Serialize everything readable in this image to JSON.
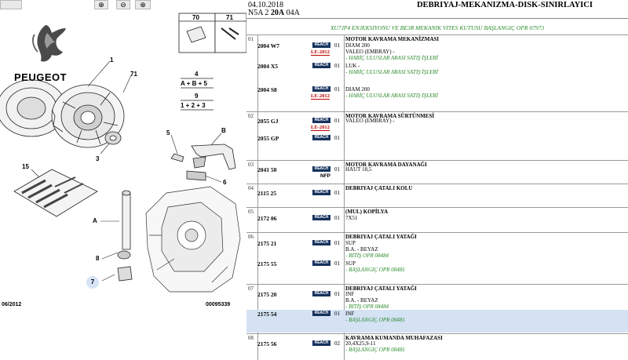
{
  "diagram": {
    "toolbar": {
      "zoom_in": "⊕",
      "zoom_out": "⊖",
      "zoom_fit": "⊕"
    },
    "brand": "PEUGEOT",
    "label_1": "1",
    "label_71": "71",
    "label_3": "3",
    "label_4": "4",
    "eq_4": "A + B + 5",
    "label_9": "9",
    "eq_9": "1 + 2 + 3",
    "label_5": "5",
    "label_B": "B",
    "label_6": "6",
    "label_15": "15",
    "label_A": "A",
    "label_8": "8",
    "label_7": "7",
    "inset_70": "70",
    "inset_71": "71",
    "footer_date": "06/2012",
    "footer_ref": "00095339"
  },
  "header": {
    "date": "04.10.2018",
    "model_prefix": "N5A 2 ",
    "model_bold": "20A",
    "model_suffix": " 04A",
    "title": "DEBRIYAJ-MEKANIZMA-DISK-SINIRLAYICI",
    "notice": "XU7JP4 ENJEKSIYONU VE BE3R MEKANIK VITES KUTUSU BAŞLANGIÇ OPR 07973"
  },
  "groups": [
    {
      "no": "01",
      "title": "MOTOR KAVRAMA MEKANİZMASI"
    },
    {
      "no": "02",
      "title": "MOTOR KAVRAMA SÜRTÜNMESİ"
    },
    {
      "no": "03",
      "title": "MOTOR KAVRAMA DAYANAĞI"
    },
    {
      "no": "04",
      "title": "DEBRIYAJ ÇATALI KOLU"
    },
    {
      "no": "05",
      "title": "(MUL) KOPİLYA"
    },
    {
      "no": "06",
      "title": "DEBRIYAJ ÇATALI YATAĞI"
    },
    {
      "no": "07",
      "title": "DEBRIYAJ ÇATALI YATAĞI"
    },
    {
      "no": "08",
      "title": "KAVRAMA KUMANDA MUHAFAZASI"
    }
  ],
  "reach_label": "REACH",
  "le_label": "LE-2012",
  "nfp_label": "NFP",
  "parts": [
    {
      "pn": "2004 W7",
      "qty": "01",
      "lines": [
        {
          "t": "DIAM 200"
        },
        {
          "t": "VALEO (EMBRAY) -"
        },
        {
          "t": "- HARİÇ ULUSLAR ARASI SATIŞ İŞLERİ",
          "g": 1
        }
      ]
    },
    {
      "pn": "2004 X5",
      "qty": "01",
      "lines": [
        {
          "t": "LUK -"
        },
        {
          "t": "- HARİÇ ULUSLAR ARASI SATIŞ İŞLERİ",
          "g": 1
        }
      ]
    },
    {
      "pn": "2004 S8",
      "qty": "01",
      "lines": [
        {
          "t": "DIAM 200"
        },
        {
          "t": "- HARİÇ ULUSLAR ARASI SATIŞ İŞLERİ",
          "g": 1
        }
      ]
    },
    {
      "pn": "2055 GJ",
      "qty": "01",
      "lines": [
        {
          "t": "VALEO (EMBRAY) -"
        }
      ]
    },
    {
      "pn": "2055 GP",
      "qty": "01",
      "lines": []
    },
    {
      "pn": "2041 50",
      "qty": "01",
      "lines": [
        {
          "t": "HAUT 18,5"
        }
      ]
    },
    {
      "pn": "2115 25",
      "qty": "01",
      "lines": []
    },
    {
      "pn": "2172 06",
      "qty": "01",
      "lines": [
        {
          "t": "7X51"
        }
      ]
    },
    {
      "pn": "2175 21",
      "qty": "01",
      "lines": [
        {
          "t": "SUP"
        },
        {
          "t": "B.A. - BEYAZ"
        },
        {
          "t": "- BİTİŞ OPR 08484",
          "g": 1
        }
      ]
    },
    {
      "pn": "2175 55",
      "qty": "01",
      "lines": [
        {
          "t": "SUP"
        },
        {
          "t": "- BAŞLANGIÇ OPR 08485",
          "g": 1
        }
      ]
    },
    {
      "pn": "2175 20",
      "qty": "01",
      "lines": [
        {
          "t": "INF"
        },
        {
          "t": "B.A. - BEYAZ"
        },
        {
          "t": "- BİTİŞ OPR 08484",
          "g": 1
        }
      ]
    },
    {
      "pn": "2175 54",
      "qty": "01",
      "lines": [
        {
          "t": "INF"
        },
        {
          "t": "- BAŞLANGIÇ OPR 08485",
          "g": 1
        }
      ]
    },
    {
      "pn": "2175 56",
      "qty": "02",
      "lines": [
        {
          "t": "20,4X25,9-11"
        },
        {
          "t": "- BAŞLANGIÇ OPR 08485",
          "g": 1
        }
      ]
    }
  ]
}
